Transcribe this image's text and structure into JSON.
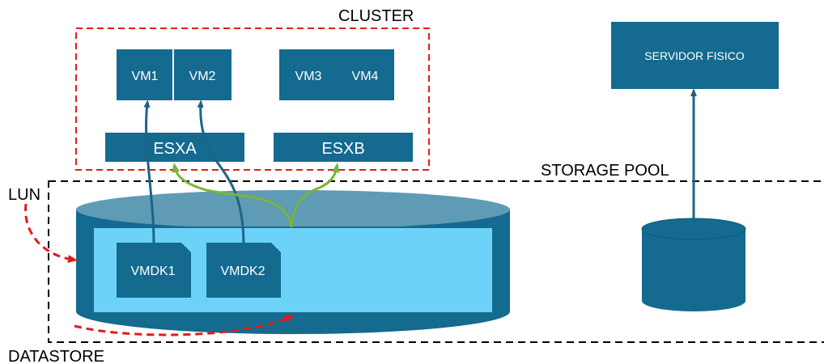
{
  "labels": {
    "cluster": "CLUSTER",
    "storage_pool": "STORAGE POOL",
    "lun": "LUN",
    "datastore": "DATASTORE"
  },
  "vms": {
    "vm1": "VM1",
    "vm2": "VM2",
    "vm3": "VM3",
    "vm4": "VM4"
  },
  "hosts": {
    "esxa": "ESXA",
    "esxb": "ESXB"
  },
  "physical_server": "SERVIDOR FISICO",
  "vmdks": {
    "vmdk1": "VMDK1",
    "vmdk2": "VMDK2"
  },
  "colors": {
    "block": "#146a8f",
    "cylinder_body": "#146a8f",
    "cylinder_top": "#5f9bb4",
    "lun_fill": "#6dd2f8",
    "cluster_border": "#e21b1b",
    "pool_border": "#000000",
    "vm_arrow": "#1c6488",
    "host_link": "#7ab43a",
    "callout_arrow": "#e21b1b",
    "block_text": "#ffffff"
  }
}
